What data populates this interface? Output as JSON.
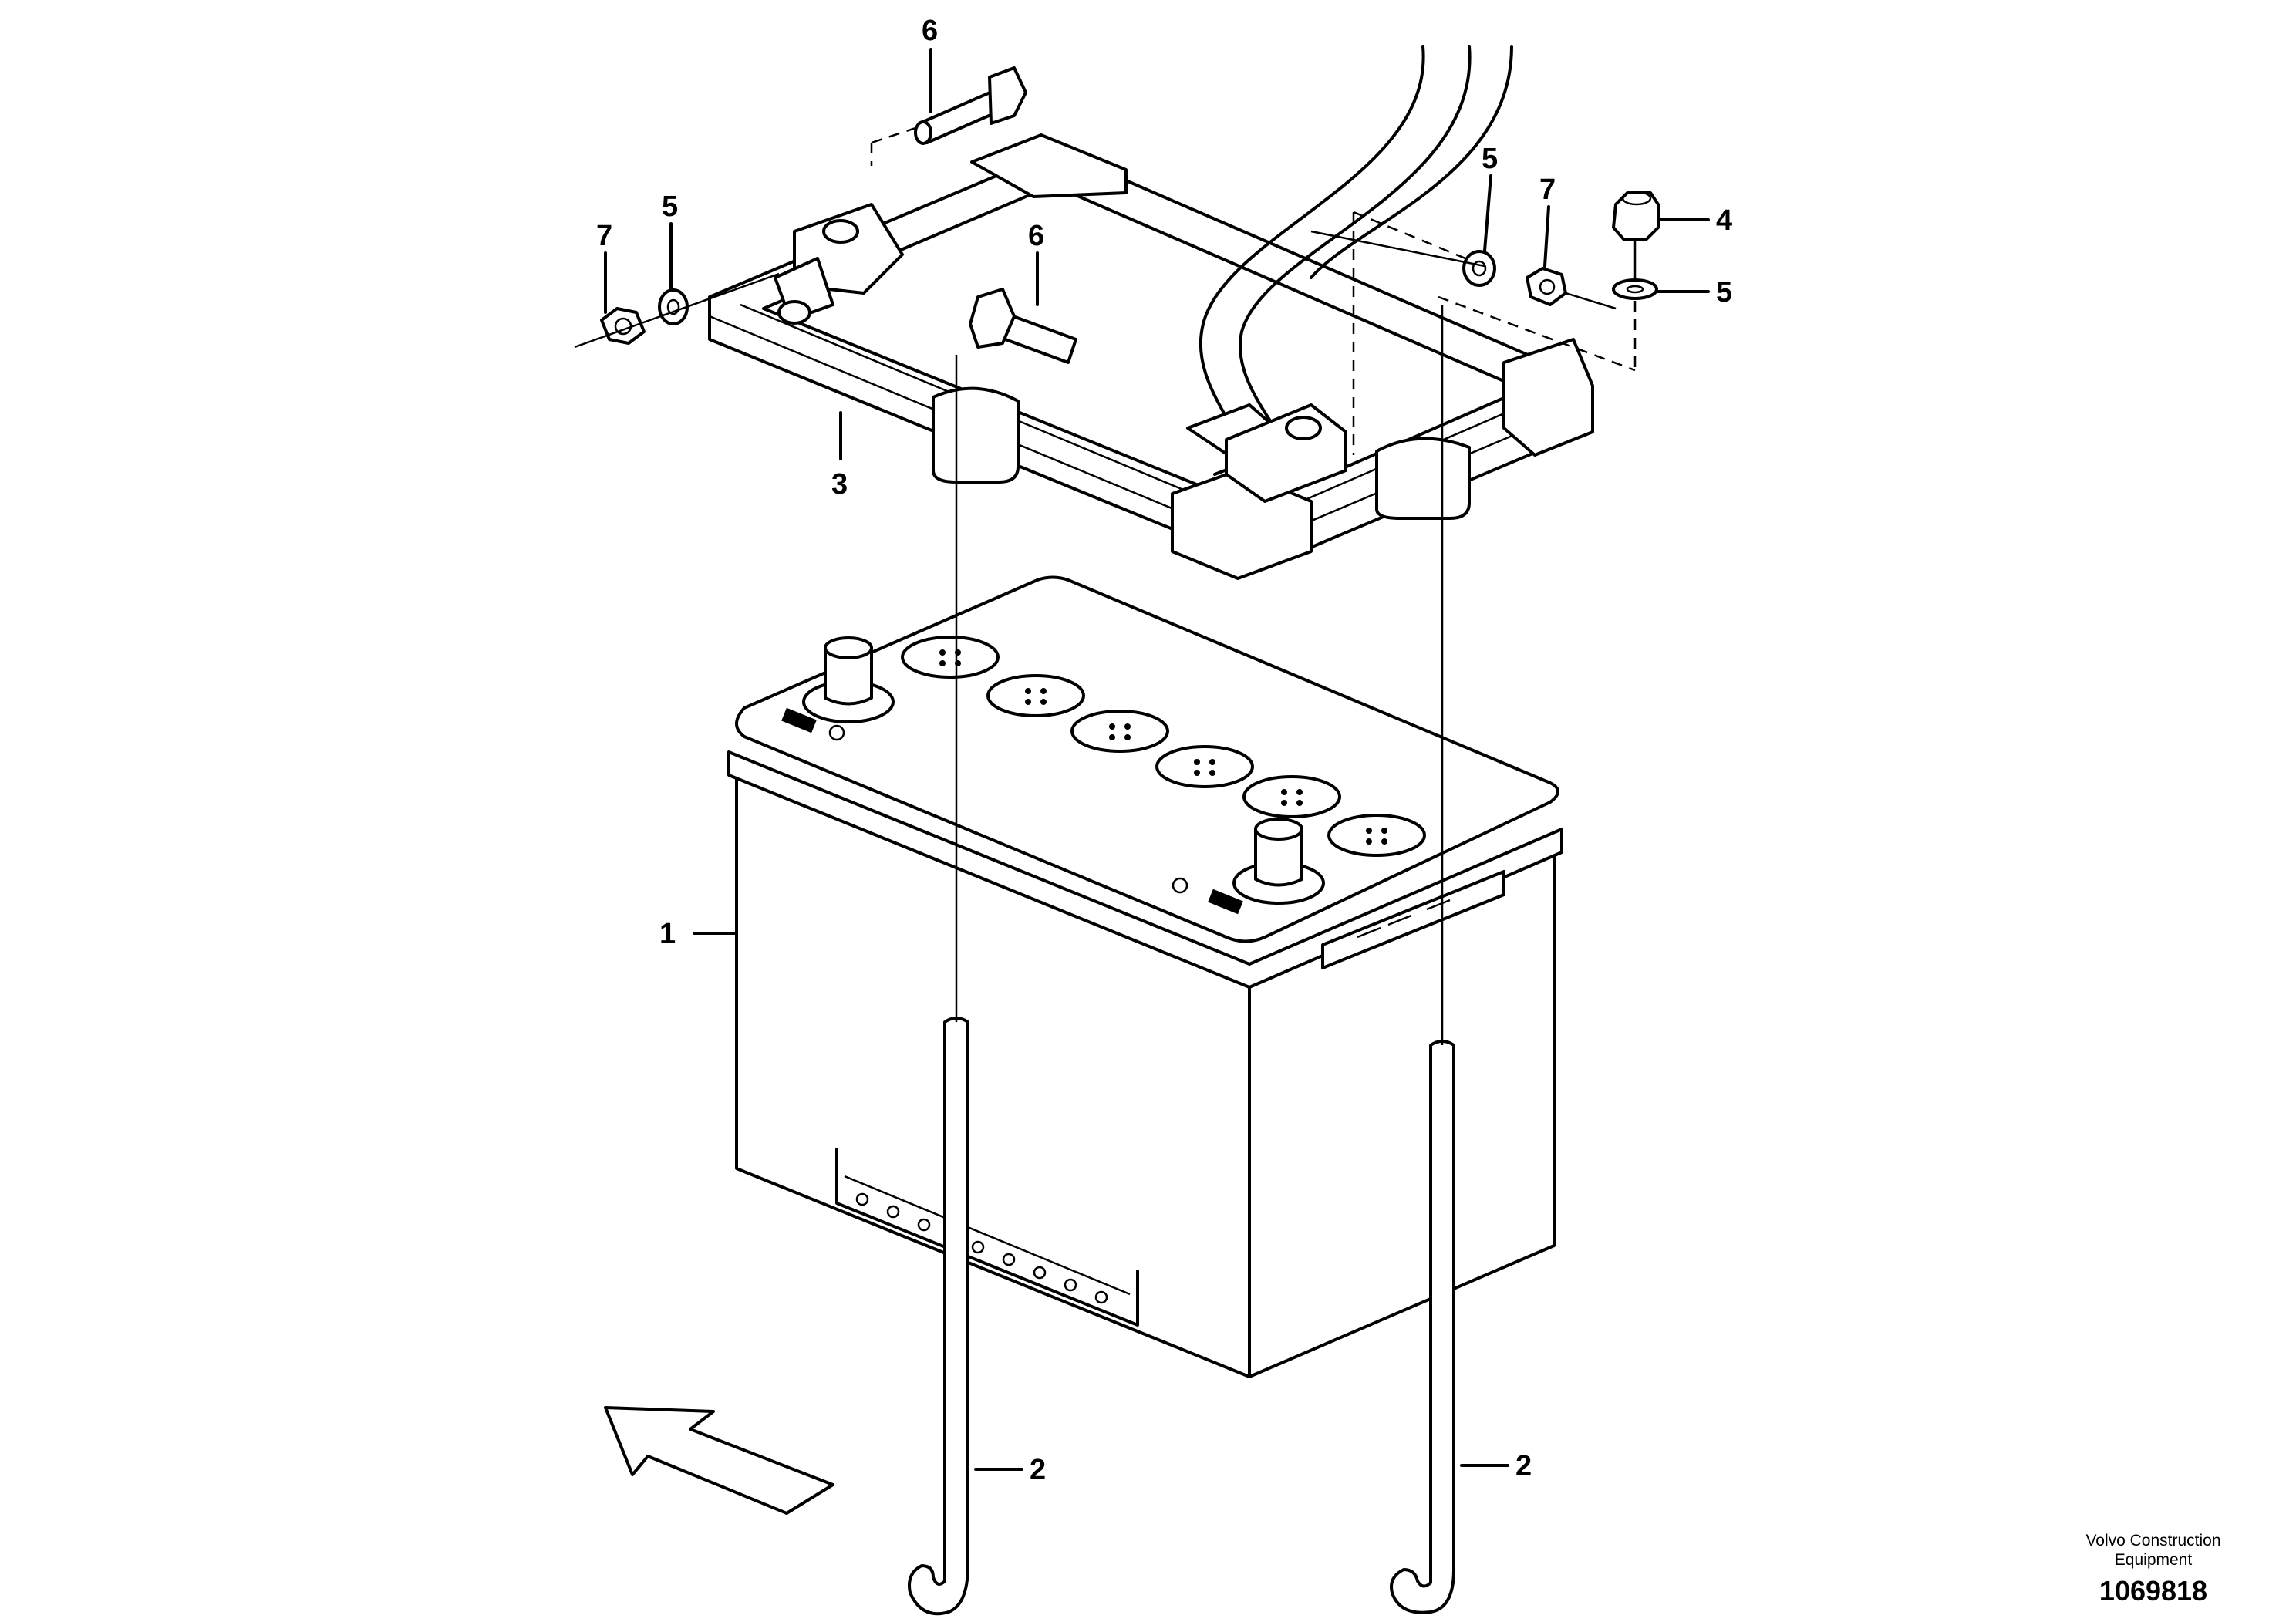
{
  "callouts": {
    "c1": "1",
    "c2a": "2",
    "c2b": "2",
    "c3": "3",
    "c4": "4",
    "c5a": "5",
    "c5b": "5",
    "c5c": "5",
    "c6a": "6",
    "c6b": "6",
    "c7a": "7",
    "c7b": "7"
  },
  "footer": {
    "credit_line1": "Volvo Construction",
    "credit_line2": "Equipment",
    "doc_number": "1069818"
  },
  "colors": {
    "line": "#000000",
    "background": "#ffffff"
  },
  "icons": {
    "direction": "arrow-icon"
  }
}
